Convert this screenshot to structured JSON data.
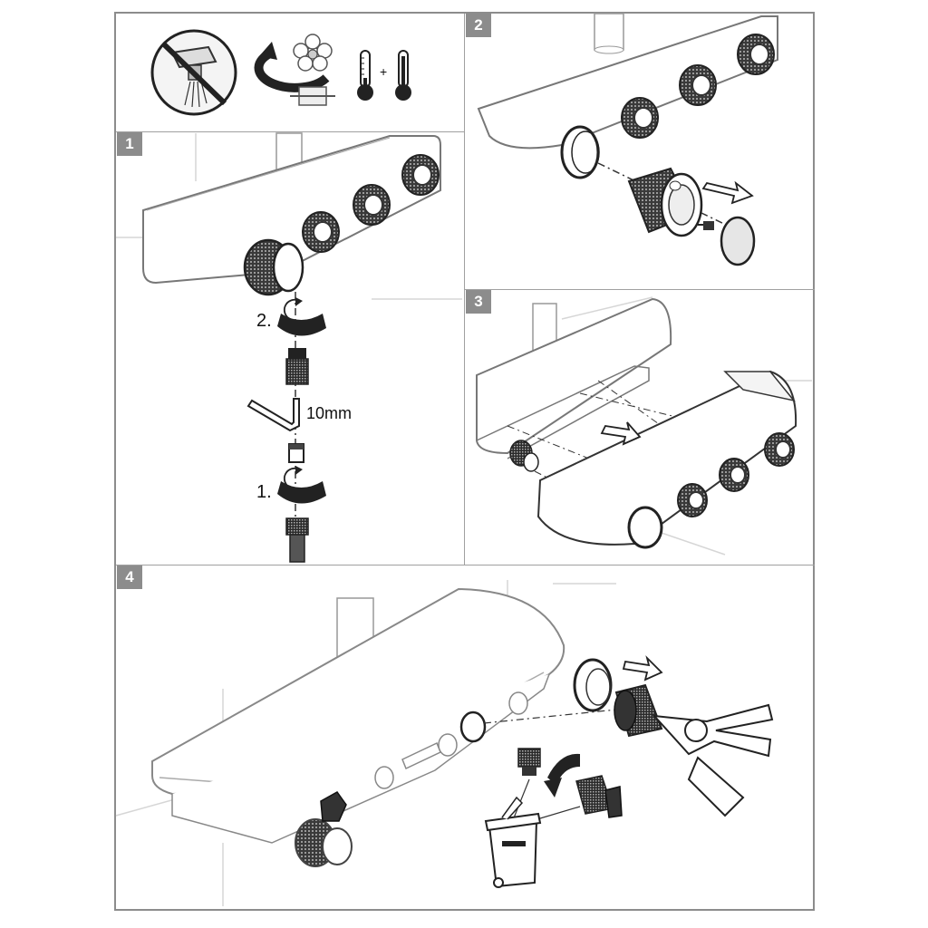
{
  "steps": {
    "step1": "1",
    "step2": "2",
    "step3": "3",
    "step4": "4"
  },
  "step1_labels": {
    "rotate_second": "2.",
    "rotate_first": "1.",
    "wrench_size": "10mm"
  },
  "intro_icons": {
    "no_use": "prohibited-shower-icon",
    "rotate_handle": "rotate-handle-icon",
    "temperature": "thermometer-cold-hot-icon",
    "plus": "+"
  }
}
